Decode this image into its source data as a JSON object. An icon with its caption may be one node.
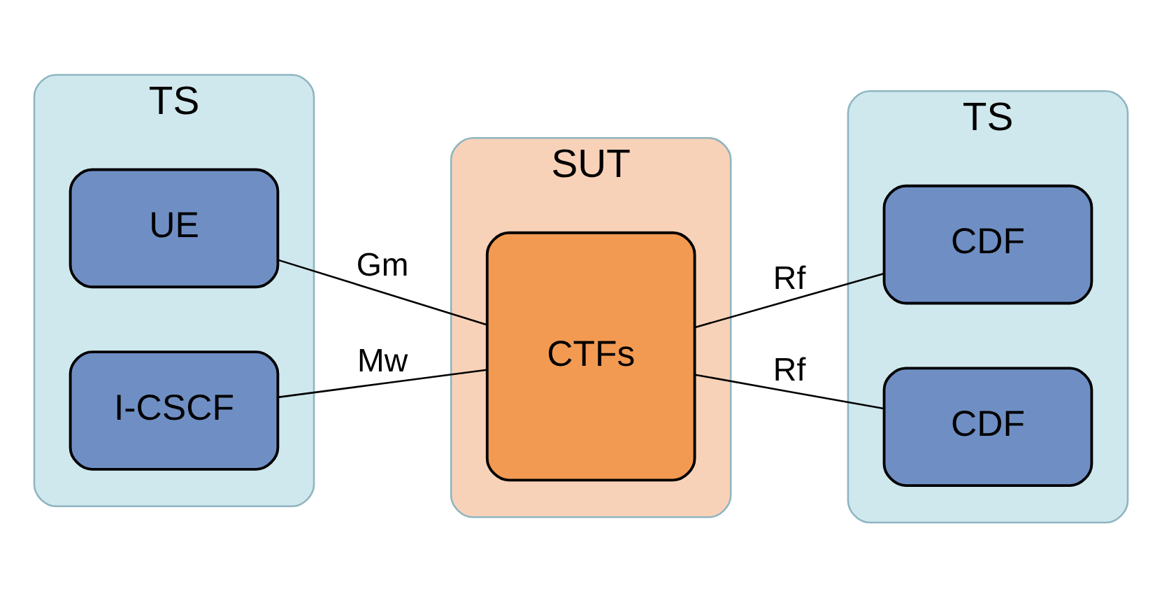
{
  "diagram": {
    "nodes": [
      {
        "text": [
          "TS"
        ]
      },
      {
        "text": [
          "UE"
        ],
        "in": 0
      },
      {
        "text": [
          "I-CSCF"
        ],
        "in": 0
      },
      {
        "text": [
          "SUT"
        ]
      },
      {
        "text": [
          "CTFs"
        ],
        "in": 3
      },
      {
        "text": [
          "TS"
        ]
      },
      {
        "text": [
          "CDF"
        ],
        "in": 5
      },
      {
        "text": [
          "CDF"
        ],
        "in": 5
      }
    ],
    "edges": [
      {
        "from": 1,
        "to": 4,
        "arrow": "none",
        "label": "Gm"
      },
      {
        "from": 2,
        "to": 4,
        "arrow": "none",
        "label": "Mw"
      },
      {
        "from": 4,
        "to": 6,
        "arrow": "none",
        "label": "Rf"
      },
      {
        "from": 4,
        "to": 7,
        "arrow": "none",
        "label": "Rf"
      }
    ]
  }
}
